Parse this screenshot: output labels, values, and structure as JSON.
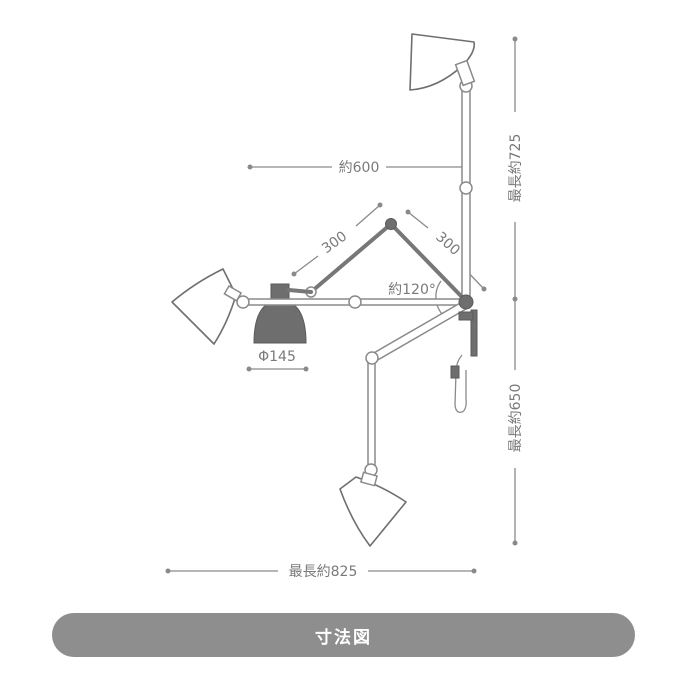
{
  "dimensions": {
    "reach_horizontal": "約600",
    "arm_upper": "300",
    "arm_lower": "300",
    "joint_angle": "約120°",
    "shade_diameter": "Φ145",
    "total_width": "最長約825",
    "height_up": "最長約725",
    "height_down": "最長約650"
  },
  "footer": {
    "label": "寸法図"
  },
  "colors": {
    "line": "#8a8a8a",
    "shade_dark": "#6e6e6e",
    "footer_bg": "#8e8e8e",
    "footer_text": "#ffffff"
  }
}
